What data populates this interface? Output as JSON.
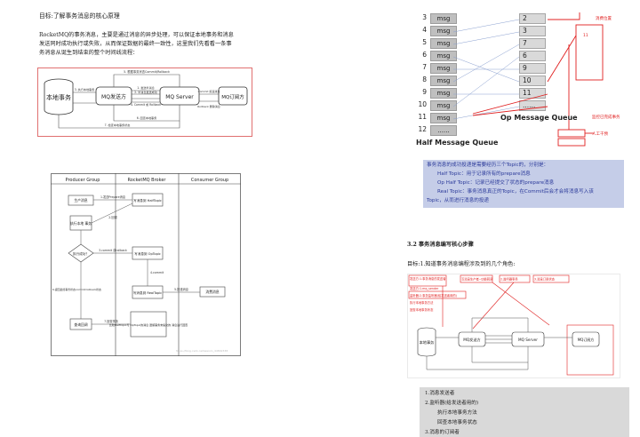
{
  "left": {
    "heading": "目标:了解事务消息的核心原理",
    "para": [
      "RocketMQ的事务消息，主要是通过消息的异步处理，可以保证本地事务和消息",
      "发送同时成功执行或失败，从而保证数据的最终一致性，这里我们先看看一条事",
      "务消息从诞生到结束的整个时间线流程："
    ],
    "fig1": {
      "local_tx": "本地事务",
      "producer": "MQ发送方",
      "server": "MQ Server",
      "subscriber": "MQ订阅方",
      "top_note": "5. 根据事务状态Commit/Rollback",
      "l1": "1. 发送半消息",
      "l2": "2. 半消息发送成功",
      "l3": "3. 执行本地事务",
      "l4": "4. Commit 或 Rollback",
      "l5": "6. 回查本地事务",
      "l6": "7. 检查本地事务状态",
      "r1": "Commit 投递消息",
      "r2": "Rollback 删除消息"
    },
    "fig2": {
      "col1": "Producer Group",
      "col2": "RocketMQ Broker",
      "col3": "Consumer Group",
      "b_produce": "生产消息",
      "b_halftopic": "写消息到 HalfTopic",
      "b_exec": "执行本地 事务",
      "b_success": "执行成功？",
      "b_optopic": "写消息到 OpTopic",
      "b_realtopic": "写消息到 RealTopic",
      "b_consume": "消费消息",
      "b_check": "查询回调",
      "b_compare": "比较HalfTopic与 OpTopic的消息 遗留事务未提交的 消息进行回查",
      "e1": "1.发送Prepare消息",
      "e2": "2.回调",
      "e3": "3.commit 或rollback",
      "e4": "4.commit",
      "e5": "5.投递消息",
      "e6": "6.返回最终事务状态commit/rollback状态",
      "e7": "7.回查事务",
      "watermark": "https://blog.csdn.net/weixin_44802338"
    }
  },
  "right": {
    "half_queue": {
      "title": "Half Message Queue",
      "rows": [
        {
          "n": "3",
          "v": "msg"
        },
        {
          "n": "4",
          "v": "msg"
        },
        {
          "n": "5",
          "v": "msg"
        },
        {
          "n": "6",
          "v": "msg"
        },
        {
          "n": "7",
          "v": "msg"
        },
        {
          "n": "8",
          "v": "msg"
        },
        {
          "n": "9",
          "v": "msg"
        },
        {
          "n": "10",
          "v": "msg"
        },
        {
          "n": "11",
          "v": "msg"
        },
        {
          "n": "12",
          "v": "......"
        }
      ]
    },
    "op_queue": {
      "title": "Op Message Queue",
      "rows": [
        "2",
        "3",
        "7",
        "6",
        "9",
        "10",
        "11",
        "......"
      ]
    },
    "red_notes": {
      "top": "消费位置",
      "mid": "监控已完成事务",
      "small": "11",
      "bottom": "人工干预"
    },
    "blue_box": [
      "事务消息的成功投递是需要经历三个Topic的，分别是：",
      "Half Topic：用于记录所有的prepare消息",
      "Op Half Topic：记录已经提交了状态的prepare消息",
      "Real Topic：事务消息真正的Topic，在Commit后会才会将消息写入该",
      "Topic，从而进行消息的投递"
    ],
    "section_title": "3.2 事务消息编写核心步骤",
    "goal": "目标:1.知道事务消息编程涉及到的几个角色:",
    "fig3": {
      "local_tx": "本地事务",
      "producer": "MQ发送方",
      "server": "MQ Server",
      "subscriber": "MQ订阅方",
      "red1": "发送方:1.事务消息的发送者",
      "red2": "写消息生产者--功能回调",
      "red3": "2.监听器事务",
      "red4": "3.消息订阅状态",
      "red5": "发送方:1.mq_sender",
      "red6": "监听器:2.事务监听器(给发送者用的)",
      "red7": "执行本地事务方法",
      "red8": "回查本地事务状态"
    },
    "gray_box": [
      "1.消息发送者",
      "2.监听器(给发送者用的)",
      "执行本地事务方法",
      "回查本地事务状态",
      "3.消息的订阅者"
    ]
  },
  "colors": {
    "accent_blue": "#2b3a9a",
    "red": "#e02020",
    "blue_box_bg": "#c5cde8",
    "gray_box_bg": "#d9d9d9"
  }
}
